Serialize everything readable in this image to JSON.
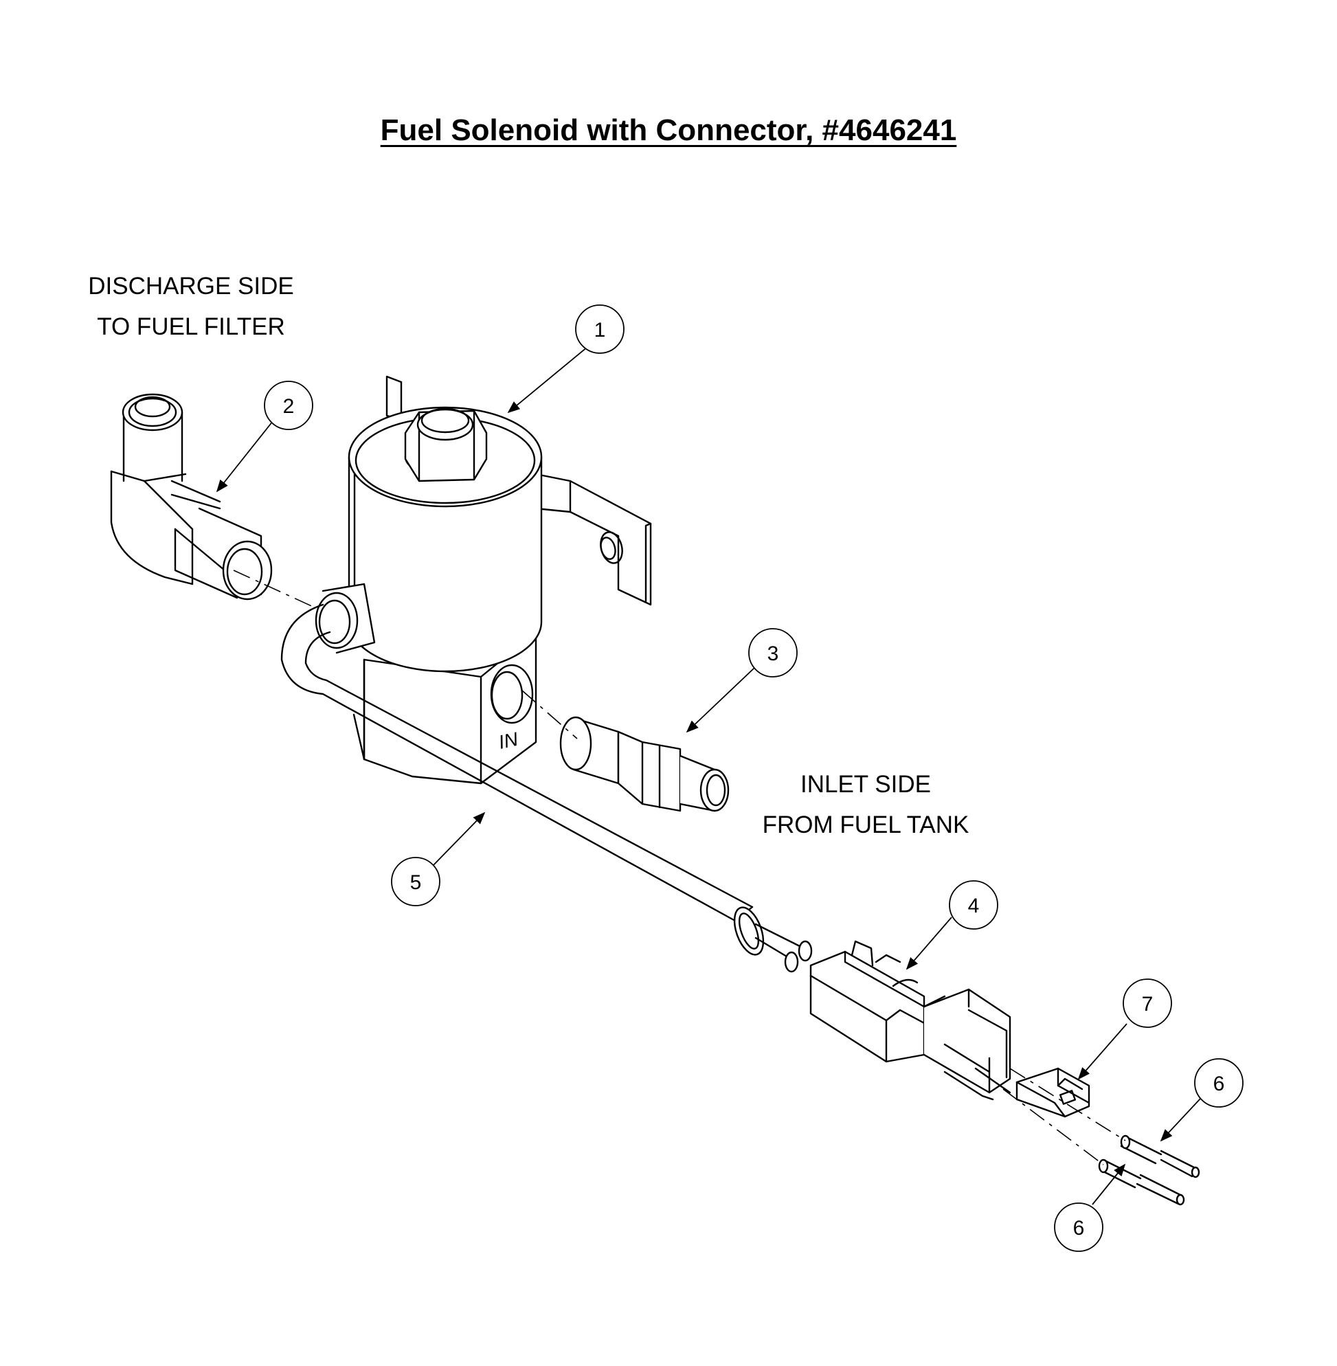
{
  "title": "Fuel Solenoid with Connector, #4646241",
  "labels": {
    "discharge_line1": "DISCHARGE SIDE",
    "discharge_line2": "TO FUEL FILTER",
    "inlet_line1": "INLET SIDE",
    "inlet_line2": "FROM FUEL TANK",
    "port_marking": "IN"
  },
  "callouts": [
    "1",
    "2",
    "3",
    "4",
    "5",
    "6",
    "6",
    "7"
  ]
}
